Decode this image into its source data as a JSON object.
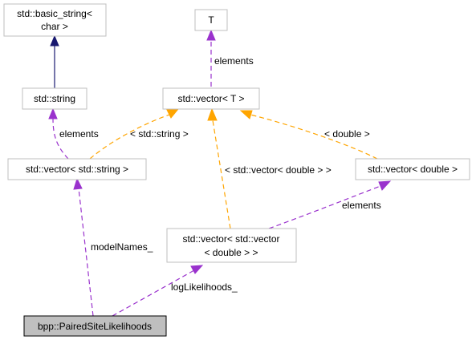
{
  "nodes": {
    "basic_string": {
      "line1": "std::basic_string<",
      "line2": "char >"
    },
    "t": {
      "line1": "T"
    },
    "string": {
      "line1": "std::string"
    },
    "vector_t": {
      "line1": "std::vector< T >"
    },
    "vector_string": {
      "line1": "std::vector< std::string >"
    },
    "vector_double": {
      "line1": "std::vector< double >"
    },
    "vector_vector_double": {
      "line1": "std::vector< std::vector",
      "line2": "< double > >"
    },
    "paired_site_likelihoods": {
      "line1": "bpp::PairedSiteLikelihoods"
    }
  },
  "edges": {
    "t_to_vector_t": "elements",
    "string_to_vector_string": "elements",
    "vector_t_to_vector_string": "< std::string >",
    "vector_t_to_vector_vector_double": "< std::vector< double > >",
    "vector_t_to_vector_double": "< double >",
    "vector_double_to_vector_vector_double": "elements",
    "vector_string_to_paired": "modelNames_",
    "vector_vector_double_to_paired": "logLikelihoods_"
  },
  "colors": {
    "inheritance": "#191970",
    "member": "#9a32cd",
    "template": "#ffa500",
    "main_node_fill": "#bfbfbf"
  }
}
